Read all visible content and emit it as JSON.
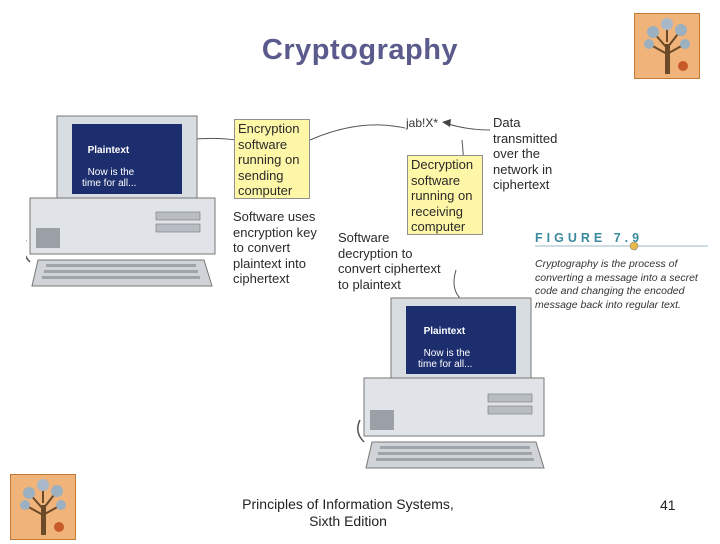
{
  "title": "Cryptography",
  "computer_top": {
    "screen_heading": "Plaintext",
    "screen_text": "Now is the\ntime for all..."
  },
  "computer_bottom": {
    "screen_heading": "Plaintext",
    "screen_text": "Now is the\ntime for all..."
  },
  "callouts": {
    "encryption_box": "Encryption\nsoftware\nrunning on\nsending\ncomputer",
    "decryption_box": "Decryption\nsoftware\nrunning on\nreceiving\ncomputer",
    "encrypt_note": "Software uses\nencryption key\nto convert\nplaintext into\nciphertext",
    "decrypt_note": "Software\ndecryption to\nconvert ciphertext\nto plaintext",
    "data_note": "Data\ntransmitted\nover the\nnetwork in\nciphertext",
    "ciphertext_sample": "jab!X*"
  },
  "figure": {
    "heading": "FIGURE 7.9",
    "caption": "Cryptography is the process of\nconverting a message into a secret\ncode and changing the encoded\nmessage back into regular text."
  },
  "footer": {
    "text": "Principles of Information Systems,\nSixth Edition",
    "page_number": "41"
  },
  "colors": {
    "title": "#5a5a8c",
    "callout_fill": "#fff7a8",
    "figure_accent": "#3a8aa0",
    "screen_blue": "#1c2e6e"
  }
}
